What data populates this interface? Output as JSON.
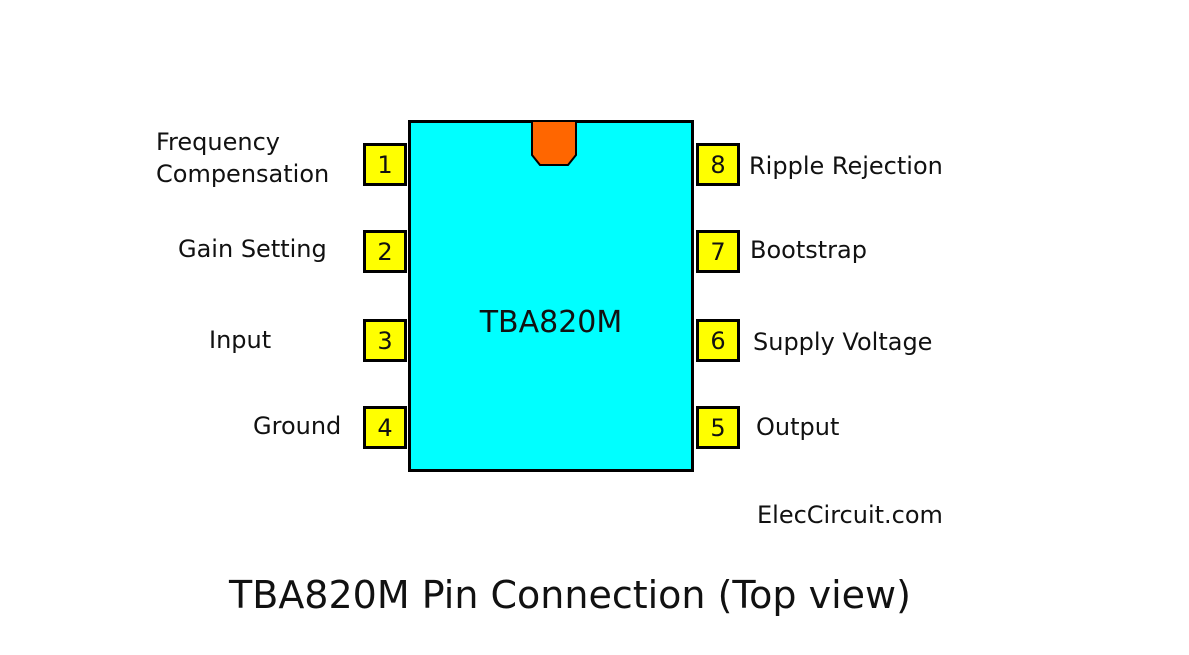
{
  "chip": {
    "part_number": "TBA820M",
    "body_color": "#00FFFF",
    "notch_color": "#FF6600",
    "pin_color": "#FFFF00"
  },
  "pins_left": [
    {
      "number": "1",
      "label_line1": "Frequency",
      "label_line2": "Compensation"
    },
    {
      "number": "2",
      "label": "Gain Setting"
    },
    {
      "number": "3",
      "label": "Input"
    },
    {
      "number": "4",
      "label": "Ground"
    }
  ],
  "pins_right": [
    {
      "number": "8",
      "label": "Ripple Rejection"
    },
    {
      "number": "7",
      "label": "Bootstrap"
    },
    {
      "number": "6",
      "label": "Supply Voltage"
    },
    {
      "number": "5",
      "label": "Output"
    }
  ],
  "watermark": "ElecCircuit.com",
  "caption": "TBA820M Pin Connection (Top view)"
}
